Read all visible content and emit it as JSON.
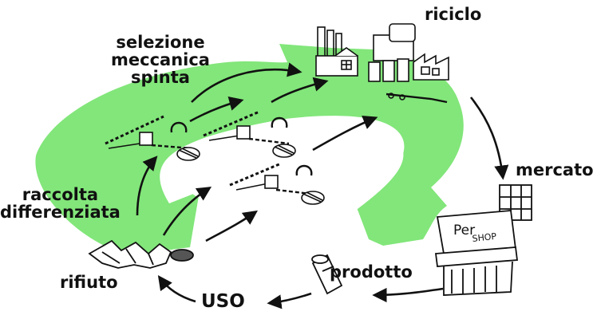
{
  "labels": {
    "selezione_line1": "selezione",
    "selezione_line2": "meccanica",
    "selezione_line3": "spinta",
    "riciclo": "riciclo",
    "mercato": "mercato",
    "prodotto": "prodotto",
    "uso": "USO",
    "rifiuto": "rifiuto",
    "raccolta_line1": "raccolta",
    "raccolta_line2": "differenziata"
  },
  "shop_sign": {
    "line1": "Per",
    "line2": "SHOP"
  },
  "colors": {
    "cycle_fill": "#82e67a",
    "ink": "#111111",
    "background": "#ffffff"
  }
}
